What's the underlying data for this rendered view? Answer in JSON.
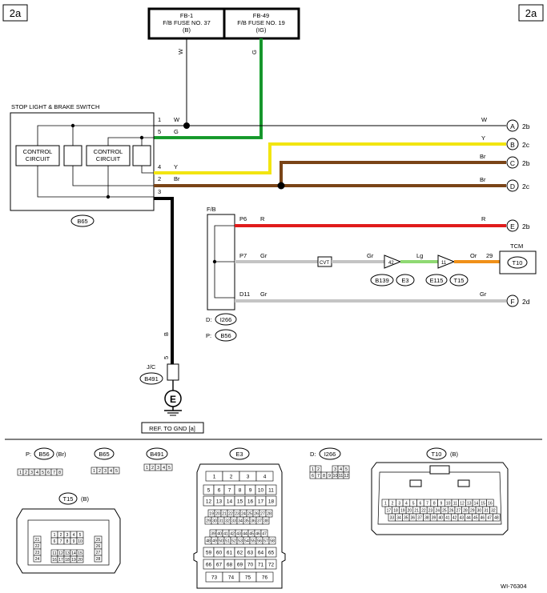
{
  "page_tags": {
    "left": "2a",
    "right": "2a"
  },
  "fuses": [
    {
      "name": "FB-1",
      "line2": "F/B FUSE NO. 37",
      "line3": "(B)"
    },
    {
      "name": "FB-49",
      "line2": "F/B FUSE NO. 19",
      "line3": "(IG)"
    }
  ],
  "switch": {
    "title": "STOP LIGHT & BRAKE SWITCH",
    "circuit_label1": "CONTROL",
    "circuit_label2": "CIRCUIT",
    "connector": "B65"
  },
  "fuse_wires": {
    "left": "W",
    "right": "G"
  },
  "pins": [
    {
      "num": "1",
      "color": "W"
    },
    {
      "num": "5",
      "color": "G"
    },
    {
      "num": "4",
      "color": "Y"
    },
    {
      "num": "2",
      "color": "Br"
    },
    {
      "num": "3",
      "color": ""
    }
  ],
  "outputs": [
    {
      "letter": "A",
      "ref": "2b",
      "wire": "W"
    },
    {
      "letter": "B",
      "ref": "2c",
      "wire": "Y"
    },
    {
      "letter": "C",
      "ref": "2b",
      "wire": "Br"
    },
    {
      "letter": "D",
      "ref": "2c",
      "wire": "Br"
    },
    {
      "letter": "E",
      "ref": "2b",
      "wire": "R"
    },
    {
      "letter": "F",
      "ref": "2d",
      "wire": "Gr"
    }
  ],
  "fb": {
    "label": "F/B",
    "p6": {
      "pin": "P6",
      "wire": "R"
    },
    "p7": {
      "pin": "P7",
      "wire": "Gr"
    },
    "d11": {
      "pin": "D11",
      "wire": "Gr"
    },
    "conn_d_label": "D:",
    "conn_d": "I266",
    "conn_p_label": "P:",
    "conn_p": "B56"
  },
  "p7_path": {
    "box": "CVT",
    "wire2": "Gr",
    "pin42": "42",
    "wire3": "Lg",
    "pin11": "11",
    "wire4": "Or",
    "pin29": "29",
    "tags": [
      "B139",
      "E3",
      "E115",
      "T15"
    ]
  },
  "tcm": {
    "title": "TCM",
    "id": "T10"
  },
  "ground": {
    "wire": "B",
    "pin": "5",
    "jc": "J/C",
    "conn": "B491",
    "symbol": "E",
    "ref": "REF. TO GND  [a]"
  },
  "connectors": {
    "b56": {
      "prefix": "P:",
      "id": "B56",
      "suffix": "(Br)",
      "row1": [
        "1",
        "2",
        "3",
        "4",
        "5",
        "6",
        "7",
        "8"
      ]
    },
    "b65": {
      "id": "B65",
      "row1": [
        "1",
        "2",
        "3",
        "4",
        "5"
      ]
    },
    "b491": {
      "id": "B491",
      "row1": [
        "1",
        "2",
        "3",
        "4",
        "5"
      ]
    },
    "e3": {
      "id": "E3",
      "rows": [
        [
          "1",
          "2",
          "3",
          "4"
        ],
        [
          "5",
          "6",
          "7",
          "8",
          "9",
          "10",
          "11"
        ],
        [
          "12",
          "13",
          "14",
          "15",
          "16",
          "17",
          "18"
        ],
        [
          "19",
          "20",
          "21",
          "22",
          "23",
          "24",
          "25",
          "26",
          "27",
          "28"
        ],
        [
          "29",
          "30",
          "31",
          "32",
          "33",
          "34",
          "35",
          "36",
          "37",
          "38"
        ],
        [
          "39",
          "40",
          "41",
          "42",
          "43",
          "44",
          "45",
          "46",
          "47"
        ],
        [
          "48",
          "49",
          "50",
          "51",
          "52",
          "53",
          "54",
          "55",
          "56",
          "57",
          "58"
        ],
        [
          "59",
          "60",
          "61",
          "62",
          "63",
          "64",
          "65"
        ],
        [
          "66",
          "67",
          "68",
          "69",
          "70",
          "71",
          "72"
        ],
        [
          "73",
          "74",
          "75",
          "76"
        ]
      ]
    },
    "i266": {
      "prefix": "D:",
      "id": "I266",
      "row1": [
        "1",
        "2",
        "3",
        "4",
        "5"
      ],
      "row2": [
        "6",
        "7",
        "8",
        "9",
        "10",
        "11",
        "12"
      ]
    },
    "t10": {
      "id": "T10",
      "suffix": "(B)",
      "rows": [
        [
          "1",
          "2",
          "3",
          "4",
          "5",
          "6",
          "7",
          "8",
          "9",
          "10",
          "11",
          "12",
          "13",
          "14",
          "15",
          "16"
        ],
        [
          "17",
          "18",
          "19",
          "20",
          "21",
          "22",
          "23",
          "24",
          "25",
          "26",
          "27",
          "28",
          "29",
          "30",
          "31",
          "32"
        ],
        [
          "33",
          "34",
          "35",
          "36",
          "37",
          "38",
          "39",
          "40",
          "41",
          "42",
          "43",
          "44",
          "45",
          "46",
          "47",
          "48"
        ]
      ]
    },
    "t15": {
      "id": "T15",
      "suffix": "(B)",
      "center_rows": [
        [
          "1",
          "2",
          "3",
          "4",
          "5"
        ],
        [
          "6",
          "7",
          "8",
          "9",
          "10"
        ],
        [
          "11",
          "12",
          "13",
          "14",
          "15"
        ],
        [
          "16",
          "17",
          "18",
          "19",
          "20"
        ]
      ],
      "left_col": [
        "21",
        "22",
        "23",
        "24"
      ],
      "right_col": [
        "25",
        "26",
        "27",
        "28"
      ]
    }
  },
  "figure_id": "WI-76304",
  "colors": {
    "green": "#1aa431",
    "yellow": "#f2e511",
    "brown": "#7a4417",
    "red": "#e01b1b",
    "gray": "#c4c4c4",
    "lgreen": "#8fd973",
    "orange": "#f09019"
  }
}
